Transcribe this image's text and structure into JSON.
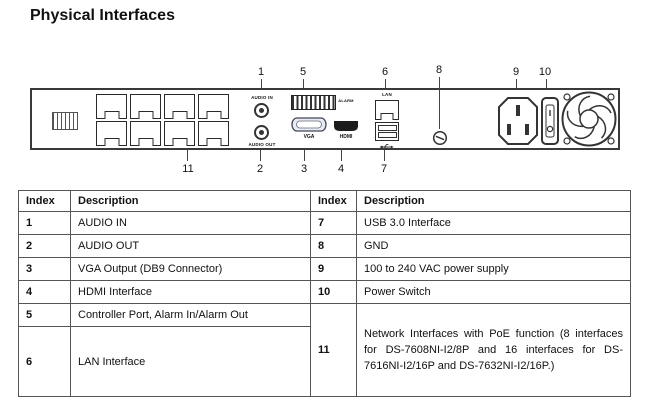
{
  "page": {
    "title": "Physical Interfaces"
  },
  "diagram": {
    "labels": {
      "audio_in": "AUDIO IN",
      "audio_out": "AUDIO OUT",
      "alarm": "ALARM",
      "vga": "VGA",
      "hdmi": "HDMI",
      "lan": "LAN"
    },
    "callouts": {
      "c1": "1",
      "c2": "2",
      "c3": "3",
      "c4": "4",
      "c5": "5",
      "c6": "6",
      "c7": "7",
      "c8": "8",
      "c9": "9",
      "c10": "10",
      "c11": "11"
    }
  },
  "table": {
    "headers": {
      "index_left": "Index",
      "desc_left": "Description",
      "index_right": "Index",
      "desc_right": "Description"
    },
    "left": [
      {
        "index": "1",
        "desc": "AUDIO IN"
      },
      {
        "index": "2",
        "desc": "AUDIO OUT"
      },
      {
        "index": "3",
        "desc": "VGA Output (DB9 Connector)"
      },
      {
        "index": "4",
        "desc": "HDMI Interface"
      },
      {
        "index": "5",
        "desc": "Controller Port, Alarm In/Alarm Out"
      },
      {
        "index": "6",
        "desc": "LAN Interface"
      }
    ],
    "right": [
      {
        "index": "7",
        "desc": "USB 3.0 Interface"
      },
      {
        "index": "8",
        "desc": "GND"
      },
      {
        "index": "9",
        "desc": "100 to 240 VAC power supply"
      },
      {
        "index": "10",
        "desc": "Power Switch"
      },
      {
        "index": "11",
        "desc": "Network Interfaces with PoE function (8 interfaces for DS-7608NI-I2/8P and 16 interfaces for DS-7616NI-I2/16P and DS-7632NI-I2/16P.)"
      }
    ]
  }
}
